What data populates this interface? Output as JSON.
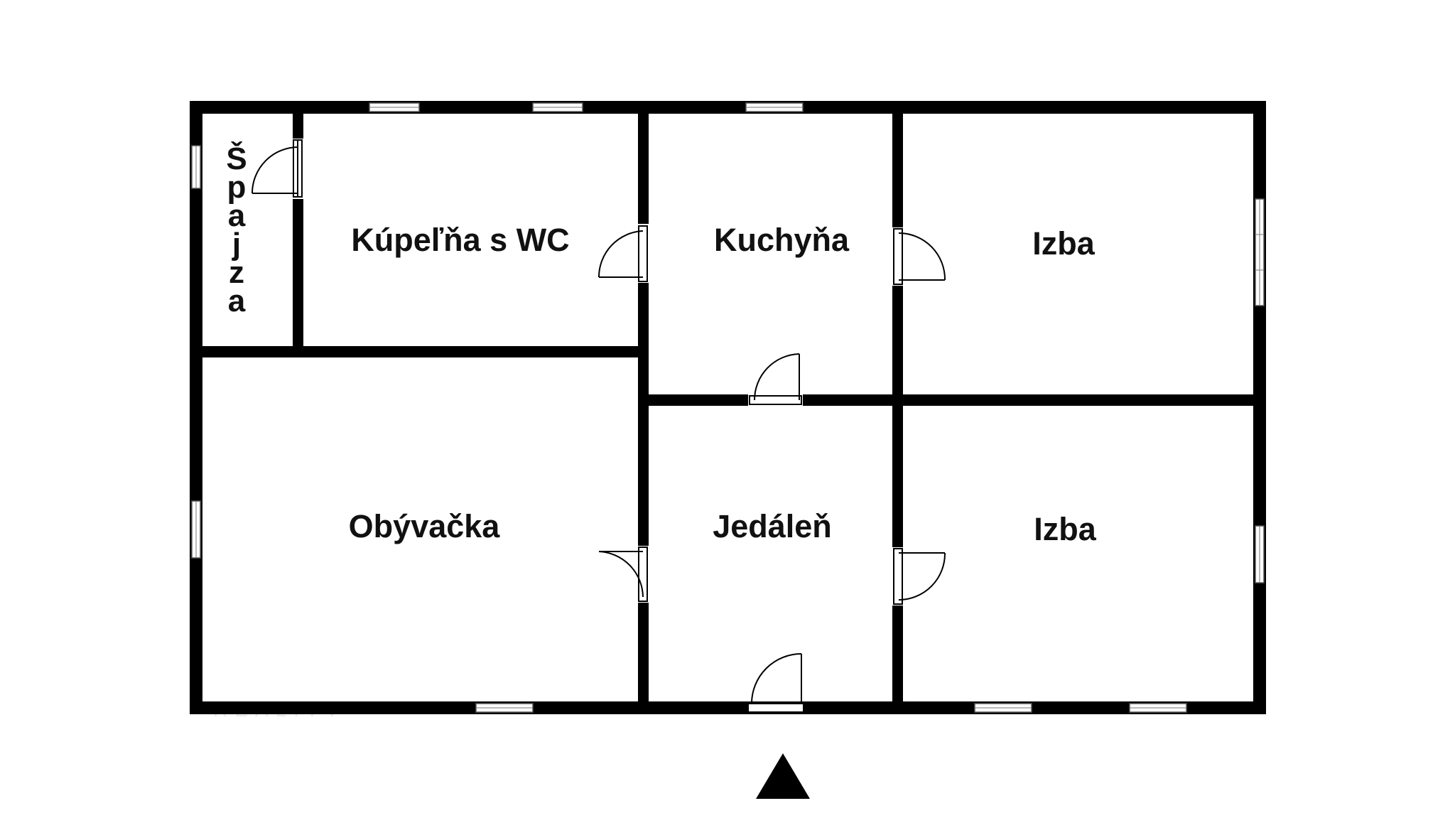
{
  "rooms": {
    "spajza": "Špajza",
    "kupelna": "Kúpeľňa s WC",
    "kuchyna": "Kuchyňa",
    "izba_top": "Izba",
    "obyvacka": "Obývačka",
    "jedalen": "Jedáleň",
    "izba_bottom": "Izba"
  },
  "watermark": "REALITY",
  "colors": {
    "wall": "#000000",
    "background": "#ffffff",
    "window": "#555555"
  }
}
